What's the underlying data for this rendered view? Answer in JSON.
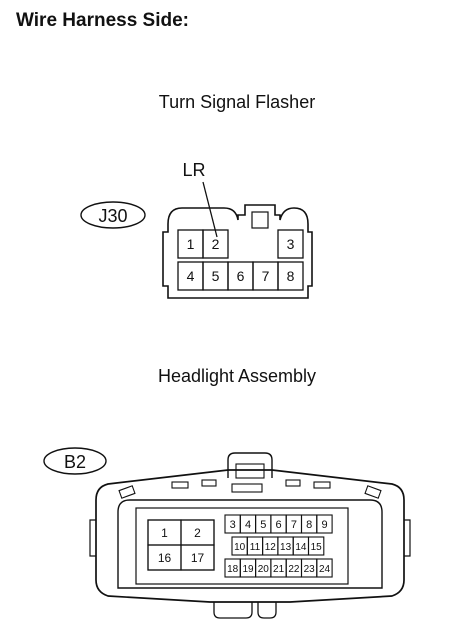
{
  "heading": "Wire Harness Side:",
  "connector1": {
    "title": "Turn Signal Flasher",
    "code": "J30",
    "wire_label": "LR",
    "pins_top": [
      "1",
      "2",
      "3"
    ],
    "pins_bottom": [
      "4",
      "5",
      "6",
      "7",
      "8"
    ]
  },
  "connector2": {
    "title": "Headlight Assembly",
    "code": "B2",
    "left_pins": [
      "1",
      "2",
      "16",
      "17"
    ],
    "right_row1": [
      "3",
      "4",
      "5",
      "6",
      "7",
      "8",
      "9"
    ],
    "right_row2": [
      "10",
      "11",
      "12",
      "13",
      "14",
      "15"
    ],
    "right_row3": [
      "18",
      "19",
      "20",
      "21",
      "22",
      "23",
      "24"
    ]
  }
}
